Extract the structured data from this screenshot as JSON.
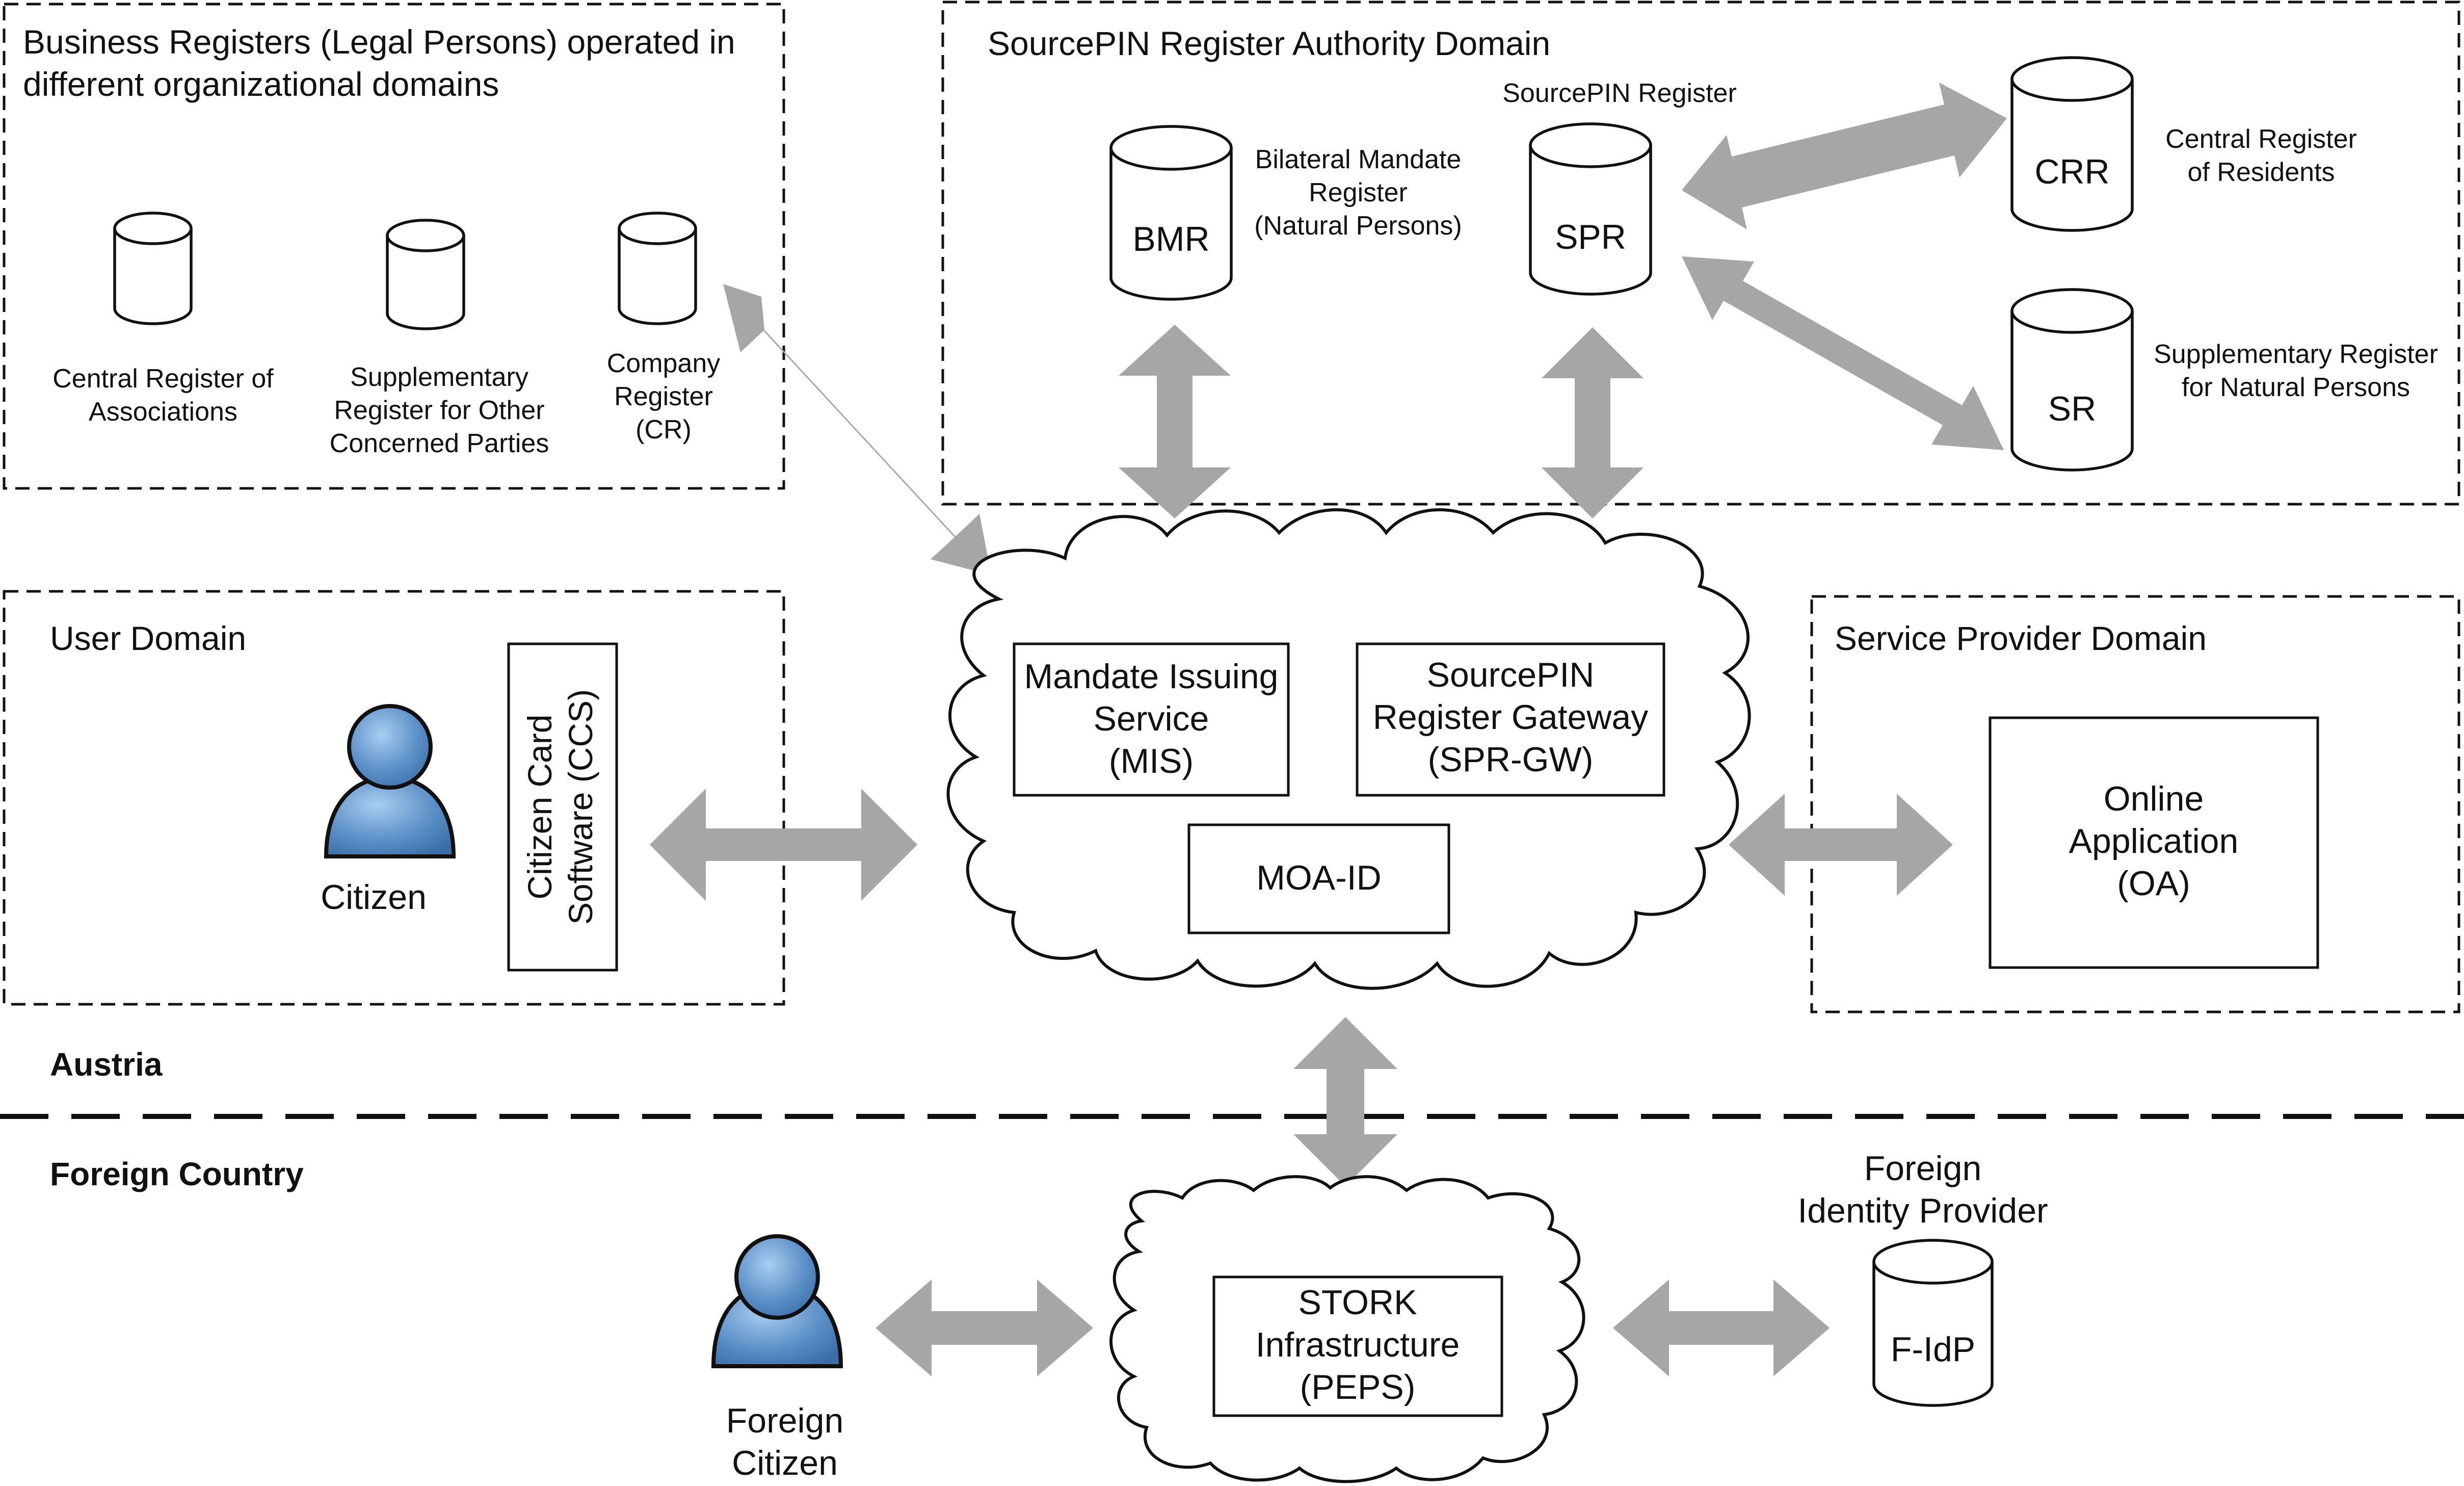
{
  "countries": {
    "austria": "Austria",
    "foreign": "Foreign Country"
  },
  "business_registers": {
    "title_line1": "Business Registers (Legal Persons) operated in",
    "title_line2": "different organizational domains",
    "central_register_of_associations": [
      "Central Register of",
      "Associations"
    ],
    "supplementary_register_other": [
      "Supplementary",
      "Register for Other",
      "Concerned Parties"
    ],
    "company_register": [
      "Company",
      "Register",
      "(CR)"
    ]
  },
  "sourcepin_domain": {
    "title": "SourcePIN Register Authority Domain",
    "bmr": {
      "abbr": "BMR",
      "label": [
        "Bilateral Mandate",
        "Register",
        "(Natural Persons)"
      ]
    },
    "spr": {
      "abbr": "SPR",
      "label": "SourcePIN Register"
    },
    "crr": {
      "abbr": "CRR",
      "label": [
        "Central Register",
        "of Residents"
      ]
    },
    "sr": {
      "abbr": "SR",
      "label": [
        "Supplementary Register",
        "for Natural Persons"
      ]
    }
  },
  "user_domain": {
    "title": "User Domain",
    "citizen": "Citizen",
    "ccs": [
      "Citizen Card",
      "Software (CCS)"
    ]
  },
  "central_cloud": {
    "mis": [
      "Mandate Issuing",
      "Service",
      "(MIS)"
    ],
    "spr_gw": [
      "SourcePIN",
      "Register Gateway",
      "(SPR-GW)"
    ],
    "moa_id": "MOA-ID"
  },
  "service_provider_domain": {
    "title": "Service Provider Domain",
    "oa": [
      "Online",
      "Application",
      "(OA)"
    ]
  },
  "foreign": {
    "citizen": [
      "Foreign",
      "Citizen"
    ],
    "stork": [
      "STORK",
      "Infrastructure",
      "(PEPS)"
    ],
    "idp_label": [
      "Foreign",
      "Identity Provider"
    ],
    "idp_abbr": "F-IdP"
  },
  "colors": {
    "arrow": "#a6a6a6",
    "person_fill": "#5b8fc7",
    "outline": "#111111"
  }
}
